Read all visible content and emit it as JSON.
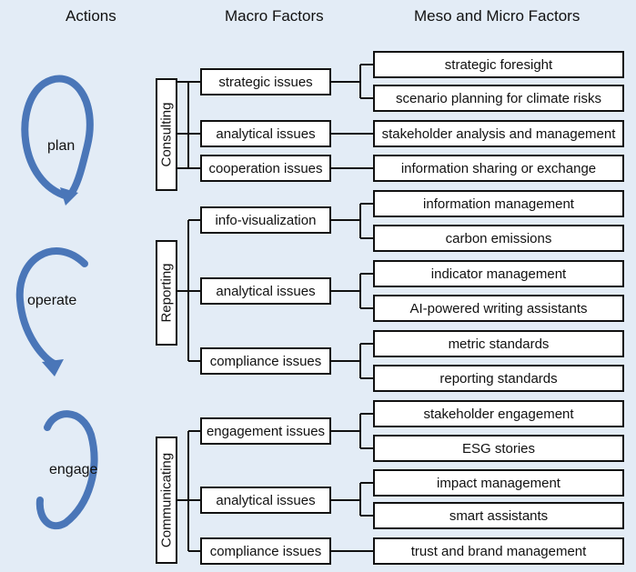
{
  "headers": {
    "actions": "Actions",
    "macro": "Macro Factors",
    "meso": "Meso and Micro Factors"
  },
  "actions": [
    "plan",
    "operate",
    "engage"
  ],
  "groups": [
    {
      "name": "Consulting",
      "macros": [
        {
          "label": "strategic issues",
          "items": [
            "strategic foresight",
            "scenario planning for climate risks"
          ]
        },
        {
          "label": "analytical issues",
          "items": [
            "stakeholder analysis and management"
          ]
        },
        {
          "label": "cooperation issues",
          "items": [
            "information sharing or exchange"
          ]
        }
      ]
    },
    {
      "name": "Reporting",
      "macros": [
        {
          "label": "info-visualization",
          "items": [
            "information management",
            "carbon emissions"
          ]
        },
        {
          "label": "analytical issues",
          "items": [
            "indicator management",
            "AI-powered writing assistants"
          ]
        },
        {
          "label": "compliance issues",
          "items": [
            "metric standards",
            "reporting standards"
          ]
        }
      ]
    },
    {
      "name": "Communicating",
      "macros": [
        {
          "label": "engagement issues",
          "items": [
            "stakeholder engagement",
            "ESG stories"
          ]
        },
        {
          "label": "analytical issues",
          "items": [
            "impact management",
            "smart assistants"
          ]
        },
        {
          "label": "compliance issues",
          "items": [
            "trust and brand management"
          ]
        }
      ]
    }
  ],
  "colors": {
    "arrow": "#4a76b8",
    "background": "#e3ecf6",
    "line": "#111111"
  }
}
